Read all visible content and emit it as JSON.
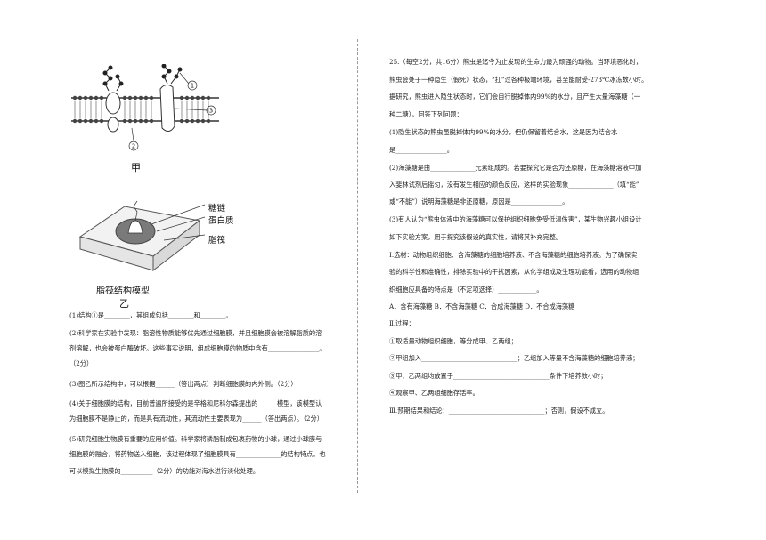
{
  "left": {
    "fig_jia_label": "甲",
    "fig_jia_markers": [
      "①",
      "②",
      "③"
    ],
    "fig_yi_legend": [
      "糖链",
      "蛋白质",
      "脂筏"
    ],
    "fig_yi_title": "脂筏结构模型",
    "fig_yi_label": "乙",
    "lines": [
      "(1)结构①是________，其组成包括________和________。",
      "(2)科学家在实验中发现：脂溶性物质能够优先通过细胞膜，并且细胞膜会被溶解脂质的溶",
      "剂溶解，也会被蛋白酶破坏。这些事实说明，组成细胞膜的物质中含有________________。",
      "（2分）",
      "(3)图乙所示结构中，可以根据______（答出两点）判断细胞膜的内外侧。（2分）",
      "(4)关于细胞膜的结构，目前普遍所接受的是辛格和尼科尔森提出的______模型，该模型认",
      "为细胞膜不是静止的，而是具有流动性，其流动性主要表现为______（答出两点）。（2分）",
      "(5)研究细胞生物膜有重要的应用价值。科学家将磷脂制成包裹药物的小球，通过小球膜与",
      "细胞膜的融合，将药物送入细胞，该过程体现了细胞膜具有______________的结构特点。也",
      "可以模拟生物膜的__________（2分）的功能对海水进行淡化处理。"
    ]
  },
  "right": {
    "lines": [
      "25.（每空2分，共16分）熊虫是迄今为止发现的生命力最为顽强的动物。当环境恶化时，",
      "熊虫会处于一种隐生（假死）状态，“扛”过各种极端环境，甚至能耐受-273℃冰冻数小时。",
      "据研究，熊虫进入隐生状态时，它们会自行脱掉体内99%的水分，且产生大量海藻糖（一",
      "种二糖），回答下列问题：",
      "(1)隐生状态的熊虫虽脱掉体内99%的水分，但仍保留着结合水，这是因为结合水",
      "是________________。",
      "(2)海藻糖是由______________元素组成的。若要探究它是否为还原糖，在海藻糖溶液中加",
      "入斐林试剂后摇匀，没有发生相应的颜色反应，这样的实验现象______________（填“能”",
      "或“不能”）说明海藻糖是非还原糖，原因是________________。",
      "(3)有人认为“熊虫体液中的海藻糖可以保护组织细胞免受低温伤害”，某生物兴趣小组设计",
      "如下实验方案，用于探究该假设的真实性，请将其补充完整。",
      "Ⅰ.选材：动物组织细胞、含海藻糖的细胞培养液、不含海藻糖的细胞培养液。为了确保实",
      "验的科学性和准确性，排除实验中的干扰因素，从化学组成及生理功能看，选用的动物组",
      "织细胞应具备的特点是（不定项选择）____________。",
      "A．含有海藻糖  B．不含海藻糖  C．合成海藻糖  D．不合成海藻糖",
      "Ⅱ.过程：",
      "①取适量动物组织细胞，等分成甲、乙两组；",
      "②甲组加入______________________________；乙组加入等量不含海藻糖的细胞培养液；",
      "③甲、乙两组均放置于______________________________条件下培养数小时；",
      "④观察甲、乙两组细胞存活率。",
      "Ⅲ.预期结果和结论：______________________________；否则，假设不成立。"
    ]
  }
}
